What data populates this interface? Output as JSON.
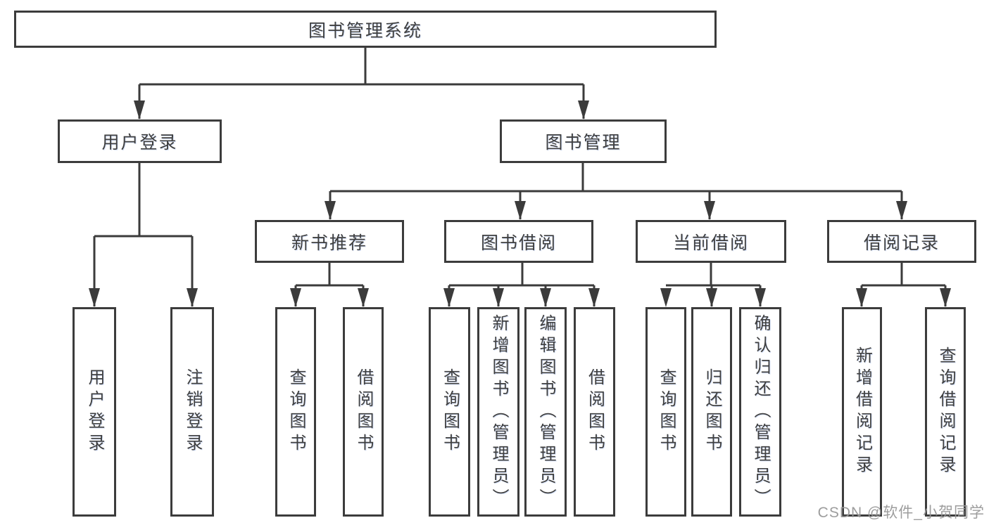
{
  "diagram": {
    "title": "图书管理系统",
    "branches": [
      {
        "label": "用户登录",
        "children": [
          "用户登录",
          "注销登录"
        ]
      },
      {
        "label": "图书管理",
        "groups": [
          {
            "label": "新书推荐",
            "children": [
              "查询图书",
              "借阅图书"
            ]
          },
          {
            "label": "图书借阅",
            "children": [
              "查询图书",
              "新增图书（管理员）",
              "编辑图书（管理员）",
              "借阅图书"
            ]
          },
          {
            "label": "当前借阅",
            "children": [
              "查询图书",
              "归还图书",
              "确认归还（管理员）"
            ]
          },
          {
            "label": "借阅记录",
            "children": [
              "新增借阅记录",
              "查询借阅记录"
            ]
          }
        ]
      }
    ]
  },
  "watermark": {
    "text": "CSDN @软件_小贺同学"
  },
  "colors": {
    "line": "#3b3b3b",
    "box_border": "#3c3c3c",
    "text": "#3f3f3f",
    "watermark": "#989898",
    "background": "#ffffff"
  }
}
